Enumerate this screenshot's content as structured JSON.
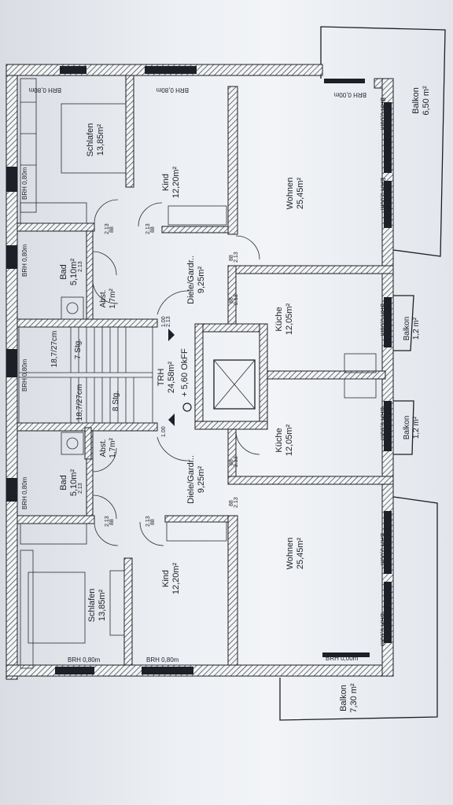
{
  "plan": {
    "rooms": {
      "schlafen_top": {
        "name": "Schlafen",
        "area": "13,85m²"
      },
      "kind_top": {
        "name": "Kind",
        "area": "12,20m²"
      },
      "wohnen_top": {
        "name": "Wohnen",
        "area": "25,45m²"
      },
      "balkon_top": {
        "name": "Balkon",
        "area": "6,50 m²"
      },
      "bad_top": {
        "name": "Bad",
        "area": "5,10m²"
      },
      "abst_top": {
        "name": "Abst.",
        "area": "1,7m²"
      },
      "diele_top": {
        "name": "Diele/Gardr..",
        "area": "9,25m²"
      },
      "kueche_top": {
        "name": "Küche",
        "area": "12,05m²"
      },
      "balkon_small_top": {
        "name": "Balkon",
        "area": "1,2 m²"
      },
      "trh": {
        "name": "TRH",
        "area": "24,58m²"
      },
      "level": "+ 5,60 OkFF",
      "stairs_top": {
        "steps": "7 Stg.",
        "rise": "18,7/27cm"
      },
      "stairs_bottom": {
        "steps": "8 Stg.",
        "rise": "18,7/27cm"
      },
      "balkon_small_bottom": {
        "name": "Balkon",
        "area": "1,2 m²"
      },
      "kueche_bottom": {
        "name": "Küche",
        "area": "12,05m²"
      },
      "diele_bottom": {
        "name": "Diele/Gardr..",
        "area": "9,25m²"
      },
      "abst_bottom": {
        "name": "Abst.",
        "area": "1,7m²"
      },
      "bad_bottom": {
        "name": "Bad",
        "area": "5,10m²"
      },
      "wohnen_bottom": {
        "name": "Wohnen",
        "area": "25,45m²"
      },
      "kind_bottom": {
        "name": "Kind",
        "area": "12,20m²"
      },
      "schlafen_bottom": {
        "name": "Schlafen",
        "area": "13,85m²"
      },
      "balkon_bottom": {
        "name": "Balkon",
        "area": "7,30 m²"
      }
    },
    "brh": {
      "b080": "BRH 0,80m",
      "b000": "BRH 0,00m"
    },
    "door": {
      "d88": "88",
      "d213": "2.13",
      "d100": "1.00",
      "d213b": "2.13"
    }
  }
}
